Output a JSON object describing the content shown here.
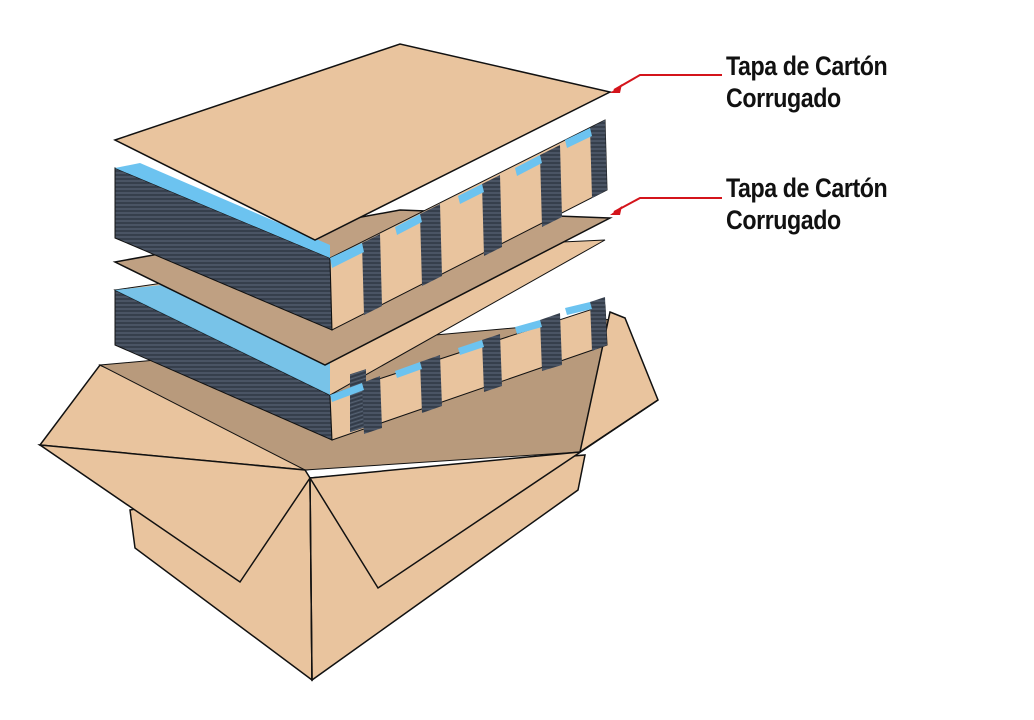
{
  "callouts": [
    {
      "line1": "Tapa de Cartón",
      "line2": "Corrugado"
    },
    {
      "line1": "Tapa de Cartón",
      "line2": "Corrugado"
    }
  ],
  "colors": {
    "cardboard": "#E9C49E",
    "cardboard_dark": "#D9AE86",
    "cardboard_interior": "#B89A7C",
    "sheet_stack": "#3A4452",
    "blue_band": "#6CC3F0",
    "callout_arrow": "#D4141B",
    "outline": "#111111"
  },
  "icons": {
    "arrow": "red-callout-arrow"
  }
}
